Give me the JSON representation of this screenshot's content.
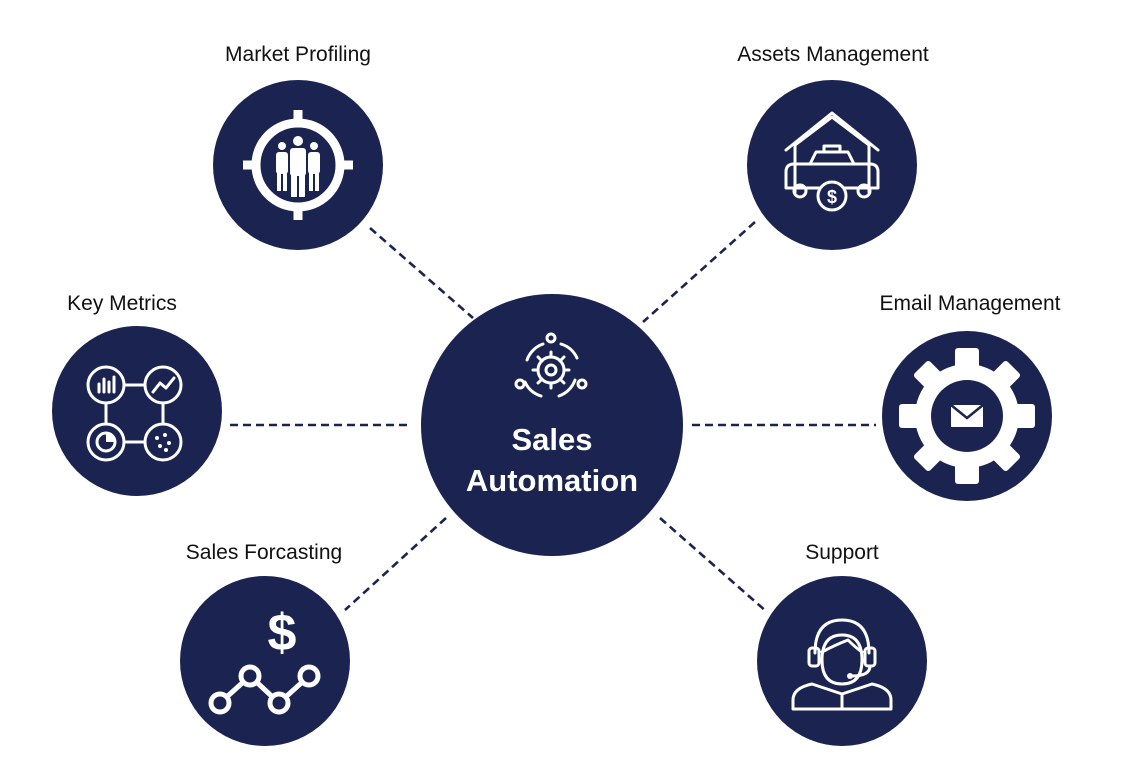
{
  "colors": {
    "node_fill": "#1b2450",
    "icon": "#ffffff",
    "label": "#111111"
  },
  "center": {
    "title_line1": "Sales",
    "title_line2": "Automation",
    "icon": "gear-cycle-icon"
  },
  "nodes": [
    {
      "id": "market-profiling",
      "label": "Market Profiling",
      "icon": "target-people-icon"
    },
    {
      "id": "assets-management",
      "label": "Assets Management",
      "icon": "garage-car-dollar-icon"
    },
    {
      "id": "key-metrics",
      "label": "Key Metrics",
      "icon": "analytics-grid-icon"
    },
    {
      "id": "email-management",
      "label": "Email Management",
      "icon": "gear-envelope-icon"
    },
    {
      "id": "sales-forcasting",
      "label": "Sales Forcasting",
      "icon": "dollar-trend-icon"
    },
    {
      "id": "support",
      "label": "Support",
      "icon": "headset-agent-icon"
    }
  ]
}
